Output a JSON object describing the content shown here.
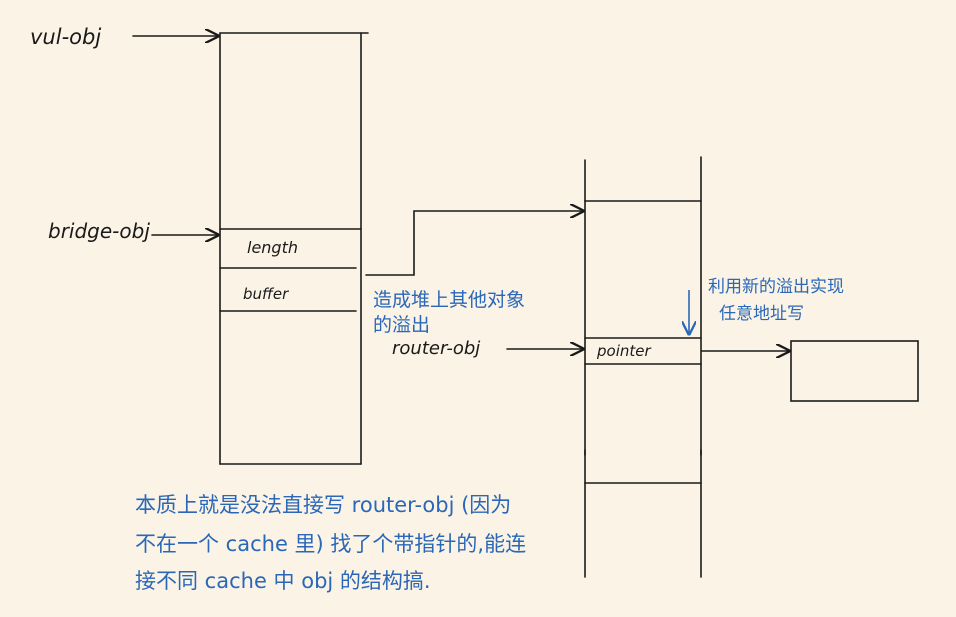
{
  "labels": {
    "vul_obj": "vul-obj",
    "bridge_obj": "bridge-obj",
    "router_obj": "router-obj",
    "length": "length",
    "buffer": "buffer",
    "pointer": "pointer"
  },
  "notes": {
    "overflow_line1": "造成堆上其他对象",
    "overflow_line2": "的溢出",
    "write_line1": "利用新的溢出实现",
    "write_line2": "任意地址写",
    "summary_line1": "本质上就是没法直接写 router-obj (因为",
    "summary_line2": "不在一个 cache 里) 找了个带指针的,能连",
    "summary_line3": "接不同 cache 中 obj 的结构搞."
  },
  "colors": {
    "ink": "#1a1a1a",
    "note": "#2a67b8",
    "paper": "#fbf4e6"
  }
}
